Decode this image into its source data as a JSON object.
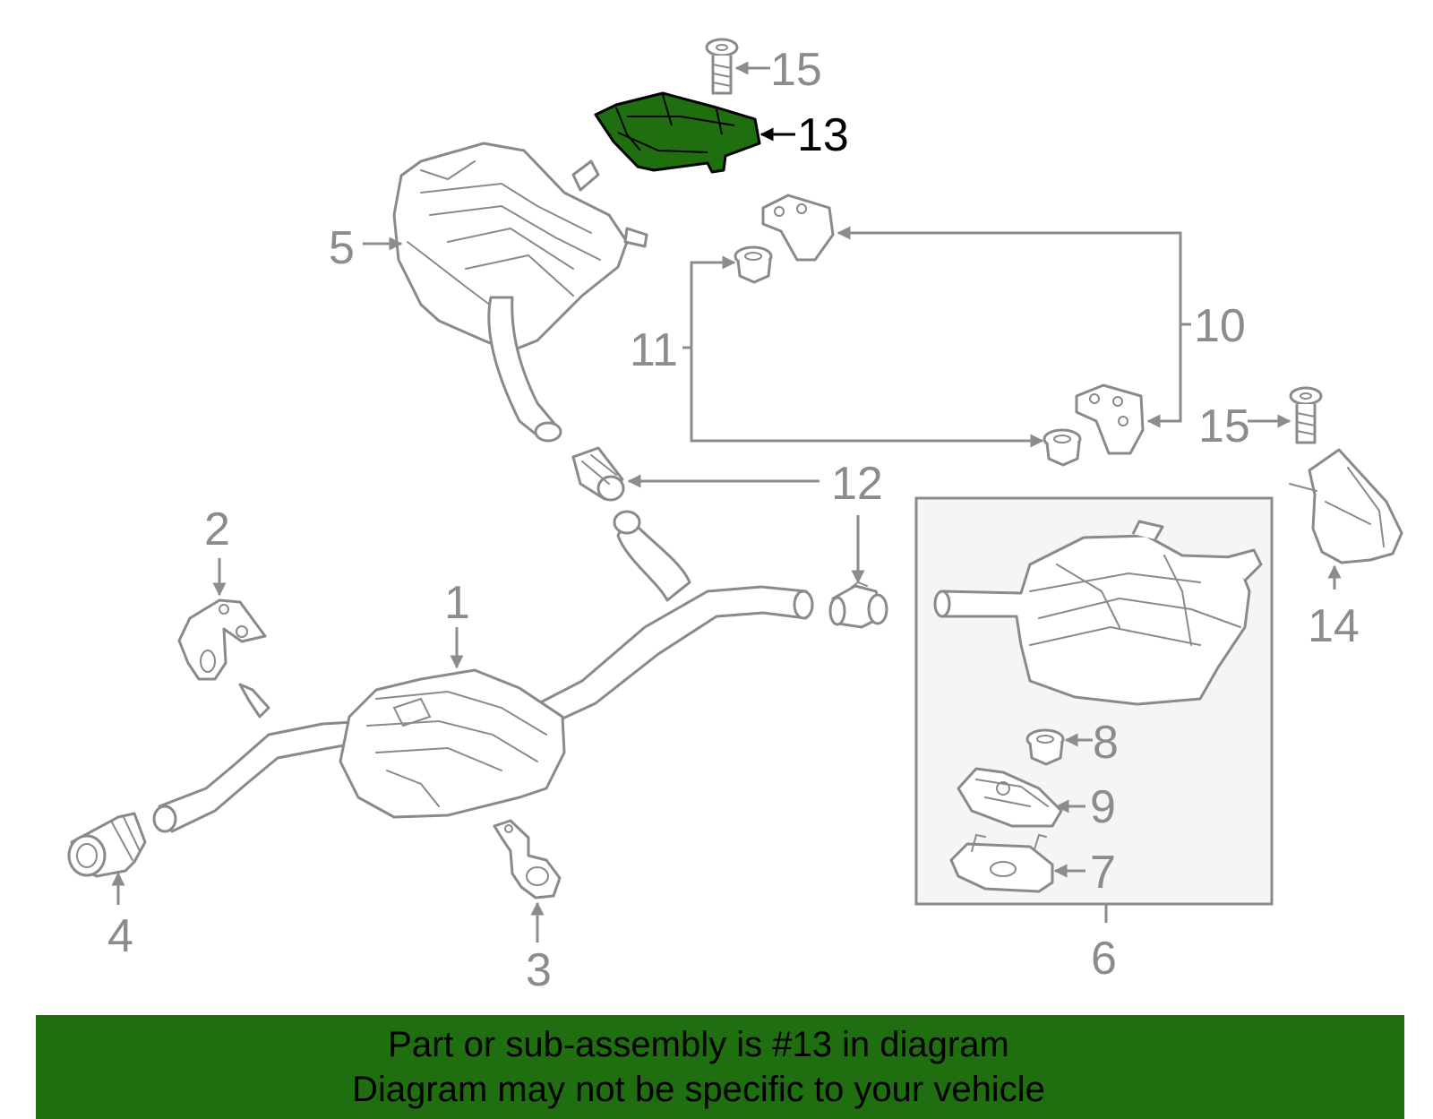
{
  "diagram": {
    "highlighted_part": "13",
    "highlight_color": "#1f6e10",
    "line_color": "#8a8a8a",
    "labels": {
      "p1": "1",
      "p2": "2",
      "p3": "3",
      "p4": "4",
      "p5": "5",
      "p6": "6",
      "p7": "7",
      "p8": "8",
      "p9": "9",
      "p10": "10",
      "p11": "11",
      "p12": "12",
      "p13": "13",
      "p14": "14",
      "p15a": "15",
      "p15b": "15"
    }
  },
  "banner": {
    "line1": "Part or sub-assembly is #13 in diagram",
    "line2": "Diagram may not be specific to your vehicle",
    "background": "#1f6e10"
  }
}
